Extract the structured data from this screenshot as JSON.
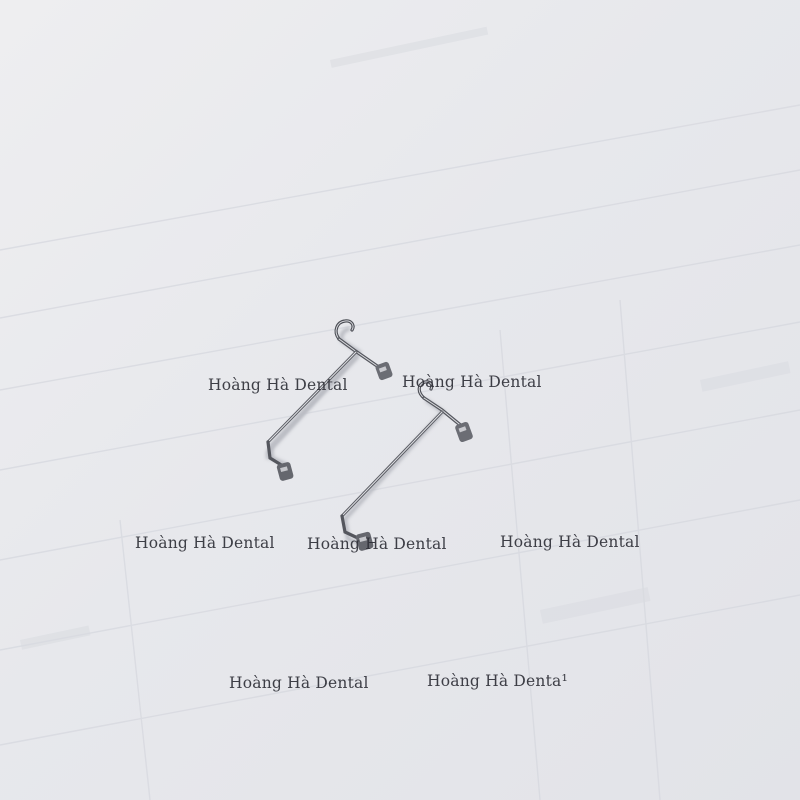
{
  "watermark_text": "Hoàng Hà Dental",
  "watermarks": [
    {
      "id": "wm-1",
      "text": "Hoàng Hà Dental"
    },
    {
      "id": "wm-2",
      "text": "Hoàng Hà Dental"
    },
    {
      "id": "wm-3",
      "text": "Hoàng Hà Dental"
    },
    {
      "id": "wm-4",
      "text": "Hoàng Hà Dental"
    },
    {
      "id": "wm-5",
      "text": "Hoàng Hà Dental"
    },
    {
      "id": "wm-6",
      "text": "Hoàng Hà Dental"
    },
    {
      "id": "wm-7",
      "text": "Hoàng Hà Denta¹"
    }
  ],
  "colors": {
    "paper": "#e8e9ed",
    "wire": "#9a9ca3",
    "wire_highlight": "#e4e5e9",
    "wire_shadow": "#4b4d54"
  }
}
